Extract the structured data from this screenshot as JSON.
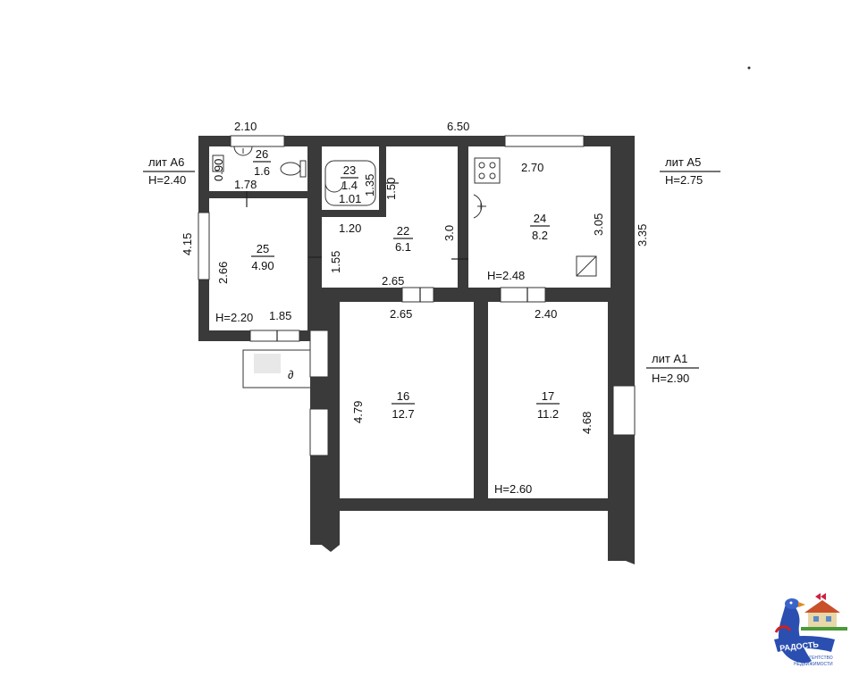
{
  "dimensions": {
    "top_left_width": "2.10",
    "top_total_width": "6.50",
    "a6_height_small": "0.90",
    "a6_inner_width": "1.78",
    "left_total_height": "4.15",
    "room25_height": "2.66",
    "room25_bottom_width": "1.85",
    "room23_width": "1.35",
    "room23_depth": "1.01",
    "room23_height": "1.50",
    "room22_left": "1.20",
    "room22_height_left": "1.55",
    "room22_right_height": "3.0",
    "room22_bottom": "2.65",
    "room16_top": "2.65",
    "room16_height": "4.79",
    "room24_width": "2.70",
    "room24_height": "3.05",
    "right_total_height": "3.35",
    "room17_top": "2.40",
    "room17_height": "4.68"
  },
  "rooms": {
    "r26": {
      "num": "26",
      "area": "1.6"
    },
    "r23": {
      "num": "23",
      "area": "1.4"
    },
    "r22": {
      "num": "22",
      "area": "6.1"
    },
    "r24": {
      "num": "24",
      "area": "8.2"
    },
    "r25": {
      "num": "25",
      "area": "4.90"
    },
    "r16": {
      "num": "16",
      "area": "12.7"
    },
    "r17": {
      "num": "17",
      "area": "11.2"
    }
  },
  "heights": {
    "h_a6_room": "H=2.20",
    "h_24": "H=2.48",
    "h_17": "H=2.60"
  },
  "literals": {
    "a6_name": "лит А6",
    "a6_h": "H=2.40",
    "a5_name": "лит А5",
    "a5_h": "H=2.75",
    "a1_name": "лит А1",
    "a1_h": "H=2.90"
  },
  "logo": {
    "text_main": "РАДОСТЬ",
    "text_sub1": "АГЕНТСТВО",
    "text_sub2": "НЕДВИЖИМОСТИ",
    "color": "#2a4fb0"
  }
}
